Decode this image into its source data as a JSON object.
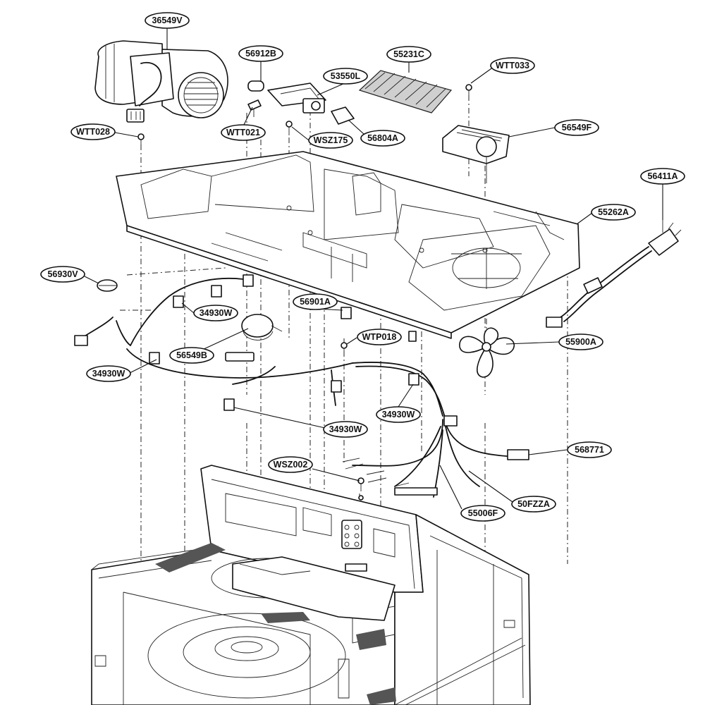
{
  "callouts": [
    {
      "id": "36549V",
      "label": "36549V"
    },
    {
      "id": "56912B",
      "label": "56912B"
    },
    {
      "id": "55231C",
      "label": "55231C"
    },
    {
      "id": "WTT033",
      "label": "WTT033"
    },
    {
      "id": "53550L",
      "label": "53550L"
    },
    {
      "id": "WTT028",
      "label": "WTT028"
    },
    {
      "id": "WTT021",
      "label": "WTT021"
    },
    {
      "id": "WSZ175",
      "label": "WSZ175"
    },
    {
      "id": "56804A",
      "label": "56804A"
    },
    {
      "id": "56549F",
      "label": "56549F"
    },
    {
      "id": "56411A",
      "label": "56411A"
    },
    {
      "id": "55262A",
      "label": "55262A"
    },
    {
      "id": "56930V",
      "label": "56930V"
    },
    {
      "id": "34930W_a",
      "label": "34930W"
    },
    {
      "id": "56901A",
      "label": "56901A"
    },
    {
      "id": "WTP018",
      "label": "WTP018"
    },
    {
      "id": "56549B",
      "label": "56549B"
    },
    {
      "id": "55900A",
      "label": "55900A"
    },
    {
      "id": "34930W_b",
      "label": "34930W"
    },
    {
      "id": "34930W_c",
      "label": "34930W"
    },
    {
      "id": "34930W_d",
      "label": "34930W"
    },
    {
      "id": "568771",
      "label": "568771"
    },
    {
      "id": "WSZ002",
      "label": "WSZ002"
    },
    {
      "id": "50FZZA",
      "label": "50FZZA"
    },
    {
      "id": "55006F",
      "label": "55006F"
    }
  ]
}
